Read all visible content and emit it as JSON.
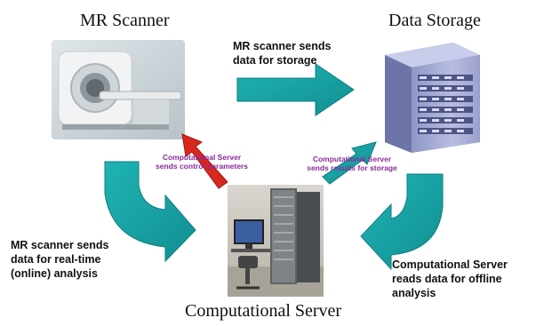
{
  "nodes": {
    "scanner": {
      "title": "MR Scanner"
    },
    "storage": {
      "title": "Data Storage"
    },
    "server": {
      "title": "Computational Server"
    }
  },
  "edges": {
    "scanner_to_storage": {
      "line1": "MR scanner sends",
      "line2": "data for storage"
    },
    "scanner_to_server": {
      "line1": "MR scanner sends",
      "line2": "data for real-time",
      "line3": "(online) analysis"
    },
    "storage_to_server": {
      "line1": "Computational Server",
      "line2": "reads data for offline",
      "line3": "analysis"
    },
    "server_to_scanner": {
      "line1": "Computational Server",
      "line2": "sends control parameters"
    },
    "server_to_storage": {
      "line1": "Computational Server",
      "line2": "sends results for storage"
    }
  },
  "colors": {
    "teal_arrow": "#1aa9a9",
    "red_arrow": "#d8281e",
    "note_purple": "#8a2a9a"
  }
}
